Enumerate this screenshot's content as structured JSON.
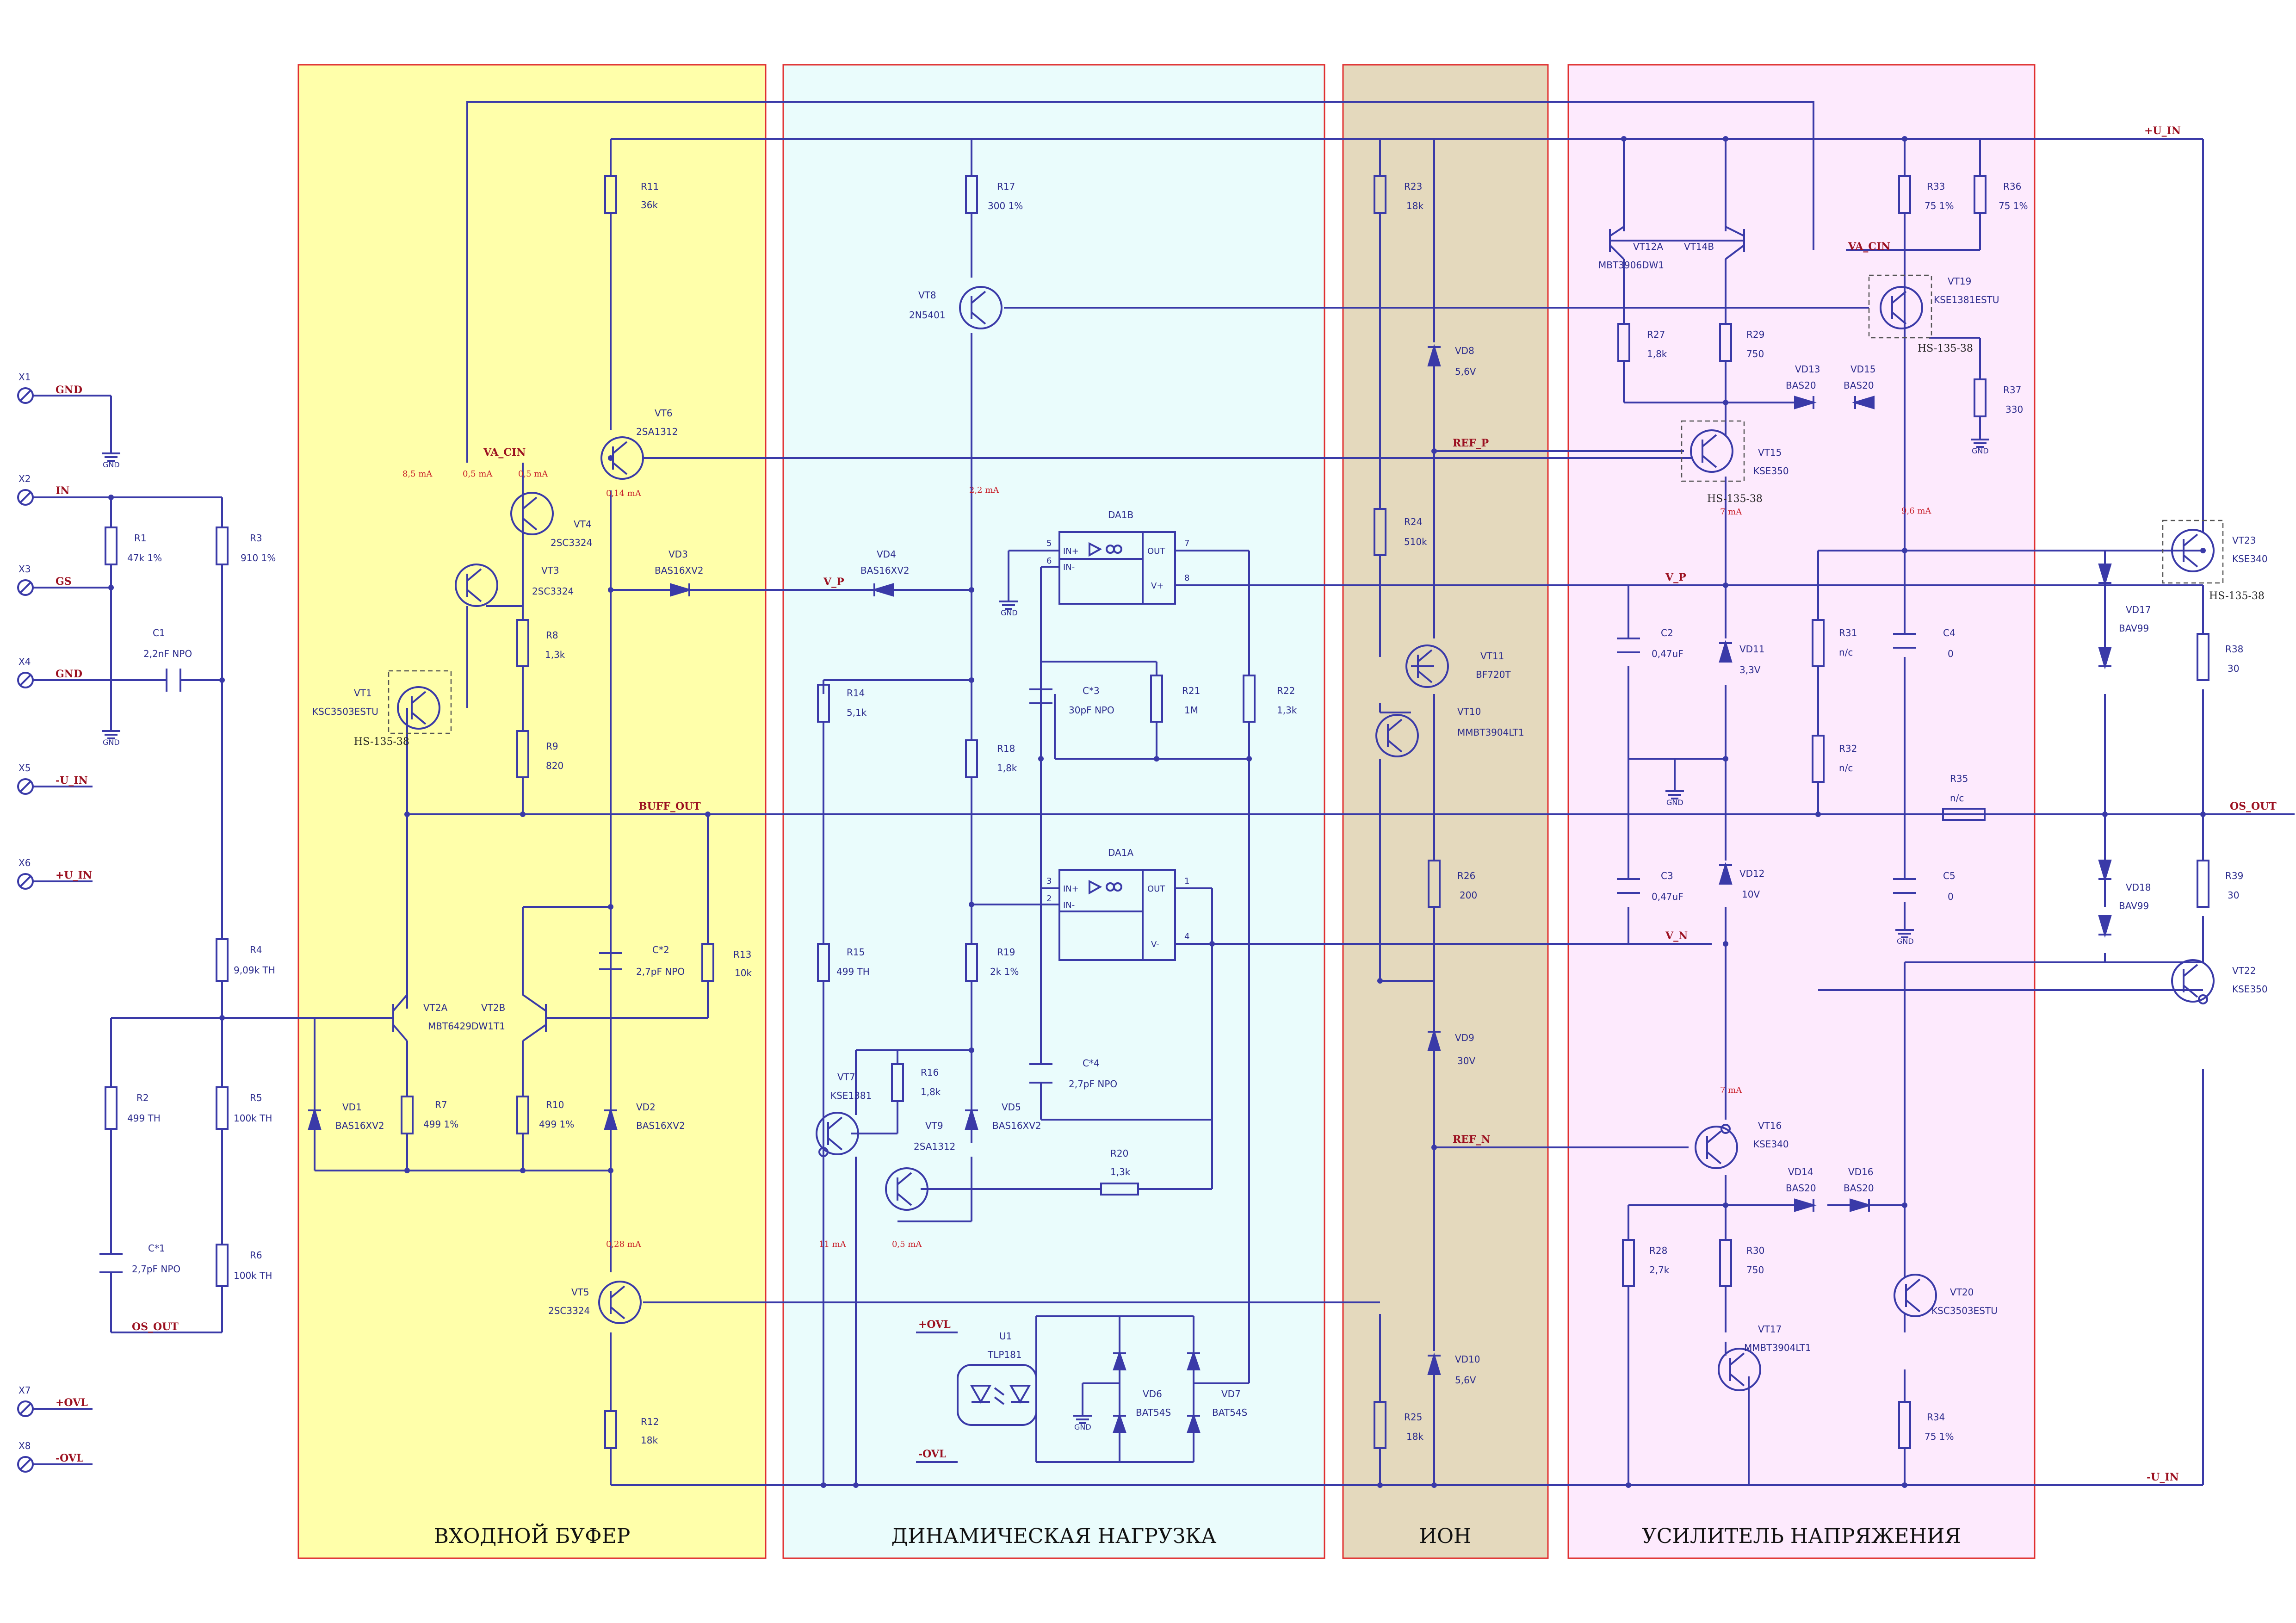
{
  "colors": {
    "zone_input": "#ffffaa",
    "zone_load": "#eafcfc",
    "zone_ion": "#e4d9bd",
    "zone_vamp": "#fdeafd",
    "zone_border": "#e03030",
    "wire": "#3a3aa8",
    "net_label": "#9b1020",
    "current_mark": "#c8202a"
  },
  "zones": [
    {
      "id": "input",
      "title": "ВХОДНОЙ БУФЕР"
    },
    {
      "id": "load",
      "title": "ДИНАМИЧЕСКАЯ НАГРУЗКА"
    },
    {
      "id": "ion",
      "title": "ИОН"
    },
    {
      "id": "vamp",
      "title": "УСИЛИТЕЛЬ НАПРЯЖЕНИЯ"
    }
  ],
  "connectors": [
    {
      "ref": "X1",
      "net": "GND"
    },
    {
      "ref": "X2",
      "net": "IN"
    },
    {
      "ref": "X3",
      "net": "GS"
    },
    {
      "ref": "X4",
      "net": "GND"
    },
    {
      "ref": "X5",
      "net": "-U_IN"
    },
    {
      "ref": "X6",
      "net": "+U_IN"
    },
    {
      "ref": "X7",
      "net": "+OVL"
    },
    {
      "ref": "X8",
      "net": "-OVL"
    }
  ],
  "nets": {
    "va_cin": "VA_CIN",
    "buff_out": "BUFF_OUT",
    "vp": "V_P",
    "vn": "V_N",
    "ref_p": "REF_P",
    "ref_n": "REF_N",
    "u_in_pos": "+U_IN",
    "u_in_neg": "-U_IN",
    "os_out": "OS_OUT",
    "ovl_pos": "+OVL",
    "ovl_neg": "-OVL",
    "gnd": "GND"
  },
  "resistors": [
    {
      "ref": "R1",
      "value": "47k 1%"
    },
    {
      "ref": "R2",
      "value": "499 TH"
    },
    {
      "ref": "R3",
      "value": "910 1%"
    },
    {
      "ref": "R4",
      "value": "9,09k TH"
    },
    {
      "ref": "R5",
      "value": "100k TH"
    },
    {
      "ref": "R6",
      "value": "100k TH"
    },
    {
      "ref": "R7",
      "value": "499 1%"
    },
    {
      "ref": "R8",
      "value": "1,3k"
    },
    {
      "ref": "R9",
      "value": "820"
    },
    {
      "ref": "R10",
      "value": "499 1%"
    },
    {
      "ref": "R11",
      "value": "36k"
    },
    {
      "ref": "R12",
      "value": "18k"
    },
    {
      "ref": "R13",
      "value": "10k"
    },
    {
      "ref": "R14",
      "value": "5,1k"
    },
    {
      "ref": "R15",
      "value": "499 TH"
    },
    {
      "ref": "R16",
      "value": "1,8k"
    },
    {
      "ref": "R17",
      "value": "300 1%"
    },
    {
      "ref": "R18",
      "value": "1,8k"
    },
    {
      "ref": "R19",
      "value": "2k 1%"
    },
    {
      "ref": "R20",
      "value": "1,3k"
    },
    {
      "ref": "R21",
      "value": "1M"
    },
    {
      "ref": "R22",
      "value": "1,3k"
    },
    {
      "ref": "R23",
      "value": "18k"
    },
    {
      "ref": "R24",
      "value": "510k"
    },
    {
      "ref": "R25",
      "value": "18k"
    },
    {
      "ref": "R26",
      "value": "200"
    },
    {
      "ref": "R27",
      "value": "1,8k"
    },
    {
      "ref": "R28",
      "value": "2,7k"
    },
    {
      "ref": "R29",
      "value": "750"
    },
    {
      "ref": "R30",
      "value": "750"
    },
    {
      "ref": "R31",
      "value": "n/c"
    },
    {
      "ref": "R32",
      "value": "n/c"
    },
    {
      "ref": "R33",
      "value": "75 1%"
    },
    {
      "ref": "R34",
      "value": "75 1%"
    },
    {
      "ref": "R35",
      "value": "n/c"
    },
    {
      "ref": "R36",
      "value": "75 1%"
    },
    {
      "ref": "R37",
      "value": "330"
    },
    {
      "ref": "R38",
      "value": "30"
    },
    {
      "ref": "R39",
      "value": "30"
    }
  ],
  "capacitors": [
    {
      "ref": "C1",
      "value": "2,2nF NPO"
    },
    {
      "ref": "C*1",
      "value": "2,7pF NPO"
    },
    {
      "ref": "C*2",
      "value": "2,7pF NPO"
    },
    {
      "ref": "C*3",
      "value": "30pF NPO"
    },
    {
      "ref": "C*4",
      "value": "2,7pF NPO"
    },
    {
      "ref": "C2",
      "value": "0,47uF"
    },
    {
      "ref": "C3",
      "value": "0,47uF"
    },
    {
      "ref": "C4",
      "value": "0"
    },
    {
      "ref": "C5",
      "value": "0"
    }
  ],
  "transistors": [
    {
      "ref": "VT1",
      "part": "KSC3503ESTU",
      "heatsink": "HS-135-38"
    },
    {
      "ref": "VT2A",
      "part": ""
    },
    {
      "ref": "VT2B",
      "part": "MBT6429DW1T1"
    },
    {
      "ref": "VT3",
      "part": "2SC3324"
    },
    {
      "ref": "VT4",
      "part": "2SC3324"
    },
    {
      "ref": "VT5",
      "part": "2SC3324"
    },
    {
      "ref": "VT6",
      "part": "2SA1312"
    },
    {
      "ref": "VT7",
      "part": "KSE1381"
    },
    {
      "ref": "VT8",
      "part": "2N5401"
    },
    {
      "ref": "VT9",
      "part": "2SA1312"
    },
    {
      "ref": "VT10",
      "part": "MMBT3904LT1"
    },
    {
      "ref": "VT11",
      "part": "BF720T"
    },
    {
      "ref": "VT12A",
      "part": "MBT3906DW1"
    },
    {
      "ref": "VT14B",
      "part": ""
    },
    {
      "ref": "VT15",
      "part": "KSE350",
      "heatsink": "HS-135-38"
    },
    {
      "ref": "VT16",
      "part": "KSE340"
    },
    {
      "ref": "VT17",
      "part": "MMBT3904LT1"
    },
    {
      "ref": "VT19",
      "part": "KSE1381ESTU",
      "heatsink": "HS-135-38"
    },
    {
      "ref": "VT20",
      "part": "KSC3503ESTU"
    },
    {
      "ref": "VT22",
      "part": "KSE350"
    },
    {
      "ref": "VT23",
      "part": "KSE340",
      "heatsink": "HS-135-38"
    }
  ],
  "diodes": [
    {
      "ref": "VD1",
      "part": "BAS16XV2"
    },
    {
      "ref": "VD2",
      "part": "BAS16XV2"
    },
    {
      "ref": "VD3",
      "part": "BAS16XV2"
    },
    {
      "ref": "VD4",
      "part": "BAS16XV2"
    },
    {
      "ref": "VD5",
      "part": "BAS16XV2"
    },
    {
      "ref": "VD6",
      "part": "BAT54S"
    },
    {
      "ref": "VD7",
      "part": "BAT54S"
    },
    {
      "ref": "VD8",
      "part": "5,6V"
    },
    {
      "ref": "VD9",
      "part": "30V"
    },
    {
      "ref": "VD10",
      "part": "5,6V"
    },
    {
      "ref": "VD11",
      "part": "3,3V"
    },
    {
      "ref": "VD12",
      "part": "10V"
    },
    {
      "ref": "VD13",
      "part": "BAS20"
    },
    {
      "ref": "VD14",
      "part": "BAS20"
    },
    {
      "ref": "VD15",
      "part": "BAS20"
    },
    {
      "ref": "VD16",
      "part": "BAS20"
    },
    {
      "ref": "VD17",
      "part": "BAV99"
    },
    {
      "ref": "VD18",
      "part": "BAV99"
    }
  ],
  "ics": [
    {
      "ref": "DA1B",
      "pins": [
        "IN+",
        "IN-",
        "OUT",
        "V+"
      ],
      "pin_nums": [
        "5",
        "6",
        "7",
        "8"
      ]
    },
    {
      "ref": "DA1A",
      "pins": [
        "IN+",
        "IN-",
        "OUT",
        "V-"
      ],
      "pin_nums": [
        "3",
        "2",
        "1",
        "4"
      ]
    },
    {
      "ref": "U1",
      "part": "TLP181"
    }
  ],
  "currents": [
    "8,5 mA",
    "0,5 mA",
    "0,5 mA",
    "0,14 mA",
    "2,2 mA",
    "7 mA",
    "9,6 mA",
    "7 mA",
    "0,28 mA",
    "11 mA",
    "0,5 mA"
  ]
}
